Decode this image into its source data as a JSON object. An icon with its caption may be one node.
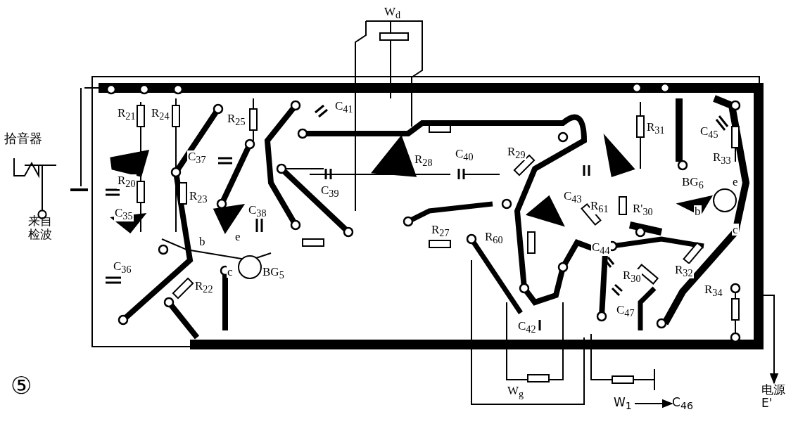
{
  "diagram": {
    "nodes": [
      {
        "text": [],
        "shape": "box"
      },
      {
        "text": [
          "电源E'"
        ]
      },
      {
        "text": [
          "C$_{46}$"
        ]
      },
      {
        "text": [
          "来自检波"
        ]
      },
      {
        "text": [
          "W$_{1}$"
        ]
      }
    ],
    "edges": [
      {
        "from": 0,
        "to": 1,
        "arrow": "to"
      },
      {
        "from": 4,
        "to": 2,
        "arrow": "to"
      },
      {
        "from": null,
        "to": 3,
        "arrow": "other"
      }
    ],
    "labels": [
      "W$_{d}$",
      "C$_{41}$",
      "R$_{21}$",
      "R$_{24}$",
      "R$_{25}$",
      "R$_{28}$",
      "C$_{40}$",
      "R$_{29}$",
      "R$_{31}$",
      "C$_{45}$",
      "R$_{33}$",
      "BG$_{6}$",
      "e",
      "拾音器",
      "R$_{20}$",
      "C$_{37}$",
      "R$_{23}$",
      "b",
      "C$_{39}$",
      "C$_{43}$",
      "R'$_{30}$",
      "b",
      "c",
      "C$_{35}$",
      "C$_{38}$",
      "e",
      "R$_{61}$",
      "R$_{27}$",
      "R$_{60}$",
      "C$_{44}$",
      "c",
      "BG$_{5}$",
      "R$_{32}$",
      "R$_{30}$",
      "C$_{36}$",
      "R$_{22}$",
      "R$_{34}$",
      "C$_{47}$",
      "C$_{42}$",
      "⑤",
      "W$_{g}$"
    ]
  }
}
